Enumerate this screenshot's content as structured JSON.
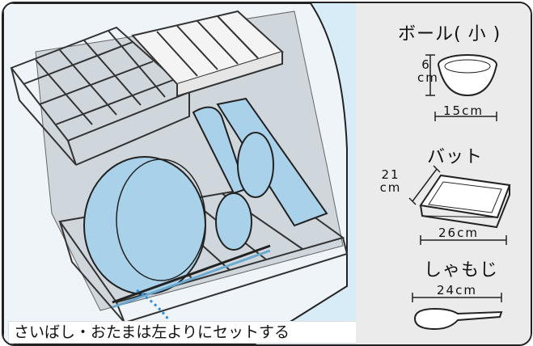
{
  "note": {
    "text": "さいばし・おたまは左よりにセットする"
  },
  "items": [
    {
      "name": "ボール( 小 )",
      "height_label": "6\ncm",
      "width_label": "15cm"
    },
    {
      "name": "バット",
      "depth_label": "21\ncm",
      "width_label": "26cm"
    },
    {
      "name": "しゃもじ",
      "length_label": "24cm"
    }
  ],
  "colors": {
    "background": "#d7ecf7",
    "panel": "#ebebeb",
    "dish": "#a9d2ea",
    "outline": "#222222"
  }
}
